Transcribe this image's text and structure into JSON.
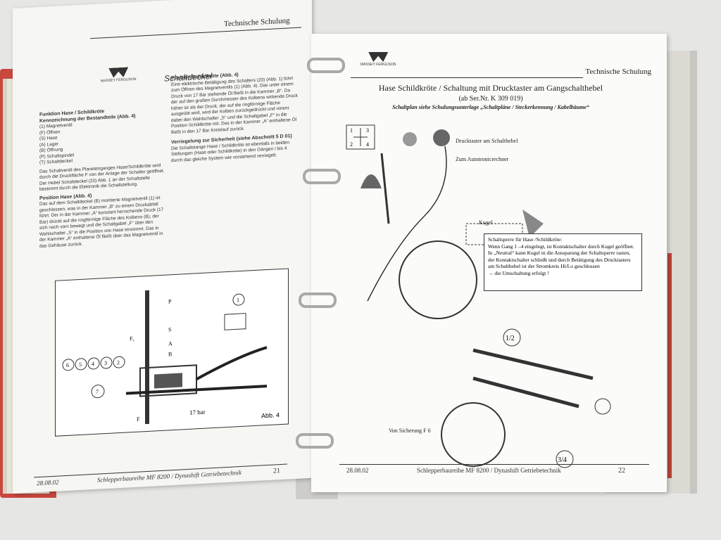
{
  "left_page": {
    "header": "Technische Schulung",
    "section_title": "Schaltdeckel",
    "col1": {
      "heading": "Funktion Hase / Schildkröte",
      "subheading": "Kennzeichnung der Bestandteile (Abb. 4)",
      "items": [
        "(1) Magnetventil",
        "(F) Öffnen",
        "(S) Hase",
        "(A) Lager",
        "(B) Öffnung",
        "(P) Schaltspindel",
        "(T) Schaltdeckel"
      ],
      "para1": "Das Schaltventil des Planetenganges Hase/Schildkröte wird durch die Druckfläche F von der Anlage der Schalter geöffnet. Der Hebel Schaltdeckel (20) Abb. 1 an der Schaltstelle bestimmt durch die Elektronik die Schaltstellung.",
      "pos_heading": "Position Hase (Abb. 4)",
      "para2": "Das auf dem Schaltdeckel (B) montierte Magnetventil (1) ist geschlossen, was in der Kammer „B“ zu einem Druckabfall führt. Der in der Kammer „A“ konstant herrschende Druck (17 Bar) drückt auf die ringförmige Fläche des Kolbens (B), der sich nach vorn bewegt und die Schaltgabel „F“ über den Wahlschalter „S“ in die Position von Hase einnimmt. Das in der Kammer „A“ enthaltene Öl fließt über das Magnetventil in das Gehäuse zurück."
    },
    "col2": {
      "pos_heading": "Position Schildkröte (Abb. 4)",
      "para1": "Eine elektrische Betätigung des Schalters (20) (Abb. 1) führt zum Öffnen des Magnetventils (1) (Abb. 4). Das unter einem Druck von 17 Bar stehende Öl fließt in die Kammer „B“. Da der auf den großen Durchmesser des Kolbens wirkende Druck höher ist als der Druck, der auf die ringförmige Fläche ausgeübt wird, wird der Kolben zurückgedrückt und nimmt dabei den Wahlschalter „S“ und die Schaltgabel „F“ in die Position Schildkröte mit. Das in der Kammer „A“ enthaltene Öl fließt in den 17 Bar Kreislauf zurück.",
      "lock_heading": "Verriegelung zur Sicherheit (siehe Abschnitt 5 D 01)",
      "para2": "Die Schaltstange Hase / Schildkröte ist ebenfalls in beiden Stellungen (Hase oder Schildkröte) in den Gängen I bis 4 durch das gleiche System wie vorstehend verriegelt."
    },
    "diagram": {
      "labels": [
        "P",
        "S",
        "A",
        "B",
        "F₁",
        "F",
        "17 bar",
        "1",
        "2",
        "3",
        "4",
        "5",
        "6",
        "7"
      ],
      "caption": "Abb. 4"
    },
    "footer_date": "28.08.02",
    "footer_text": "Schlepperbaureihe MF 8200 / Dynashift Getriebetechnik",
    "page_number": "21"
  },
  "right_page": {
    "header": "Technische Schulung",
    "title": "Hase Schildkröte / Schaltung mit Drucktaster am Gangschalthebel",
    "subtitle": "(ab Ser.Nr. K 309 019)",
    "note": "Schaltplan siehe Schulungsunterlage „Schaltpläne / Steckerkennung / Kabelbäume“",
    "labels": {
      "drucktaster": "Drucktaster am Schalthebel",
      "autotronic": "Zum Autotronicrechner",
      "kugel": "Kugel",
      "sicherung": "Von Sicherung F 6",
      "gear12": "1/2",
      "gear34": "3/4",
      "shift_pattern": [
        "1",
        "3",
        "2",
        "4"
      ]
    },
    "info_box": {
      "line1": "Schaltsperre für Hase /Schildkröte:",
      "line2": "Wenn Gang 1 –4 eingelegt, ist Kontaktschalter durch Kugel geöffnet.",
      "line3": "In „Neutral“ kann Kugel in die Aussparung der Schaltsperre rasten, der Kontaktschalter schließt und durch Betätigung des Drucktasters am Schalthebel ist der Stromkreis Hi/Lo geschlossen",
      "line4": "→ die Umschaltung erfolgt !"
    },
    "footer_date": "28.08.02",
    "footer_text": "Schlepperbaureihe MF 8200 / Dynashift Getriebetechnik",
    "page_number": "22"
  },
  "logo_text": "MASSEY FERGUSON"
}
